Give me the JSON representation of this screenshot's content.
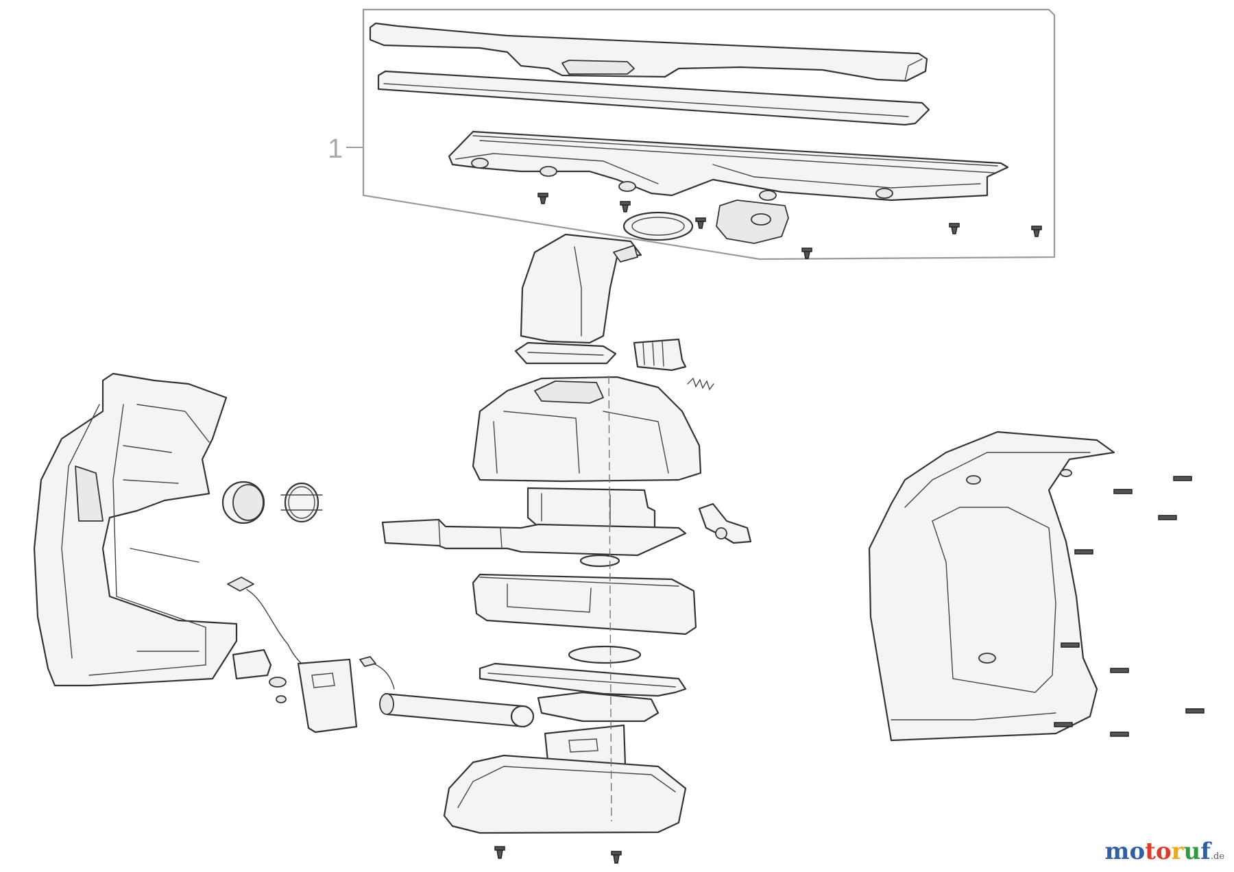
{
  "callouts": [
    {
      "label": "1"
    }
  ],
  "watermark": {
    "parts": [
      "mo",
      "to",
      "r",
      "u",
      "f"
    ],
    "suffix": ".de",
    "colors": [
      "#2f5fa8",
      "#e03a2f",
      "#f0a81c",
      "#2f9b3d",
      "#2f5fa8"
    ]
  }
}
